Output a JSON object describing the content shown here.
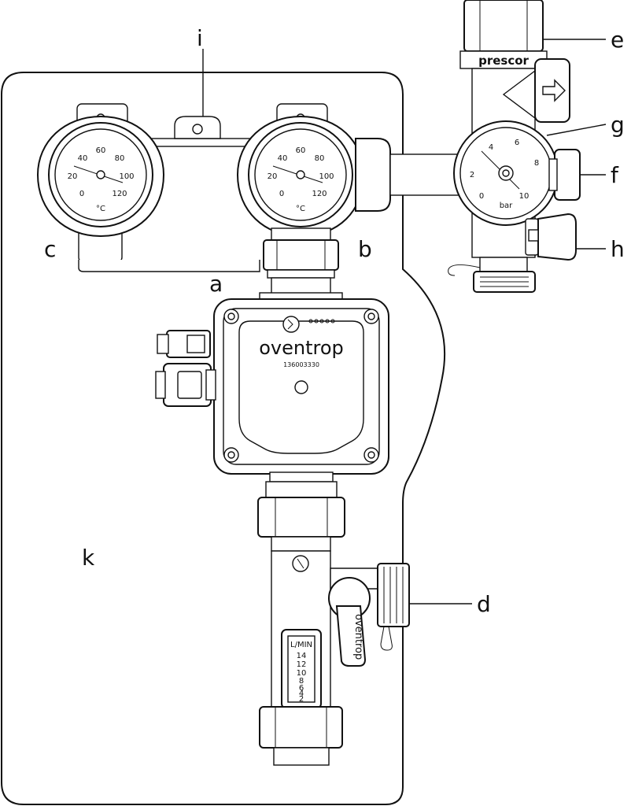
{
  "labels": {
    "a": "a",
    "b": "b",
    "c": "c",
    "d": "d",
    "e": "e",
    "f": "f",
    "g": "g",
    "h": "h",
    "i": "i",
    "k": "k"
  },
  "thermometer_left": {
    "scale": [
      "0",
      "20",
      "40",
      "60",
      "80",
      "100",
      "120"
    ],
    "unit": "°C"
  },
  "thermometer_right": {
    "scale": [
      "0",
      "20",
      "40",
      "60",
      "80",
      "100",
      "120"
    ],
    "unit": "°C"
  },
  "pressure_gauge": {
    "scale": [
      "0",
      "2",
      "4",
      "6",
      "8",
      "10"
    ],
    "unit": "bar"
  },
  "pump": {
    "brand": "oventrop",
    "serial": "136003330"
  },
  "valve": {
    "brand": "prescor"
  },
  "ball_valve": {
    "brand": "oventrop"
  },
  "flowmeter": {
    "unit": "L/MIN",
    "scale": [
      "14",
      "12",
      "10",
      "8",
      "6",
      "4",
      "2"
    ]
  }
}
